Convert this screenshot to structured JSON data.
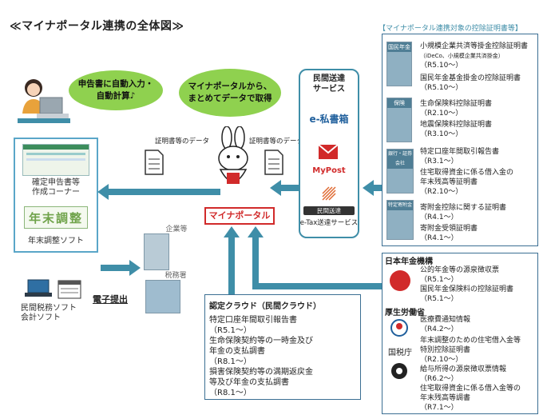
{
  "title": "≪マイナポータル連携の全体図≫",
  "bubble_left": "申告書に自動入力・\n自動計算♪",
  "bubble_center": "マイナポータルから、\nまとめてデータで取得",
  "left_column": {
    "item1": "確定申告書等\n作成コーナー",
    "item2": "年末調整ソフト",
    "item3": "民間税務ソフト\n会計ソフト",
    "nencho_logo": "年末調整"
  },
  "denshi_teishutsu": "電子提出",
  "buildings": {
    "company": "企業等",
    "tax_office": "税務署"
  },
  "doc_left_label": "証明書等のデータ",
  "doc_right_label": "証明書等のデータ",
  "mynaportal_button": "マイナポータル",
  "private_service": {
    "title": "民間送達\nサービス",
    "e_shishobako": "e-私書箱",
    "mypost": "MyPost",
    "etax_label": "民間送達",
    "etax_service": "e-Tax送達サービス"
  },
  "top_right": {
    "header": "【マイナポータル連携対象の控除証明書等】",
    "icon1": "国民年金",
    "icon2": "保険",
    "icon3": "銀行・証券会社",
    "icon4": "特定寄附金",
    "items": [
      {
        "text": "小規模企業共済等掛金控除証明書",
        "sub": "（iDeCo、小規模企業共済掛金）",
        "date": "（R5.10～）"
      },
      {
        "text": "国民年金基金掛金の控除証明書",
        "date": "（R5.10～）"
      },
      {
        "text": "生命保険料控除証明書",
        "date": "（R2.10～）"
      },
      {
        "text": "地震保険料控除証明書",
        "date": "（R3.10～）"
      },
      {
        "text": "特定口座年間取引報告書",
        "date": "（R3.1～）"
      },
      {
        "text": "住宅取得資金に係る借入金の\n年末残高等証明書",
        "date": "（R2.10～）"
      },
      {
        "text": "寄附金控除に関する証明書",
        "date": "（R4.1～）"
      },
      {
        "text": "寄附金受領証明書",
        "date": "（R4.1～）"
      }
    ]
  },
  "bottom_right": {
    "org1": "日本年金機構",
    "org1_items": [
      {
        "text": "公的年金等の源泉徴収票",
        "date": "（R5.1～）"
      },
      {
        "text": "国民年金保険料の控除証明書",
        "date": "（R5.1～）"
      }
    ],
    "org2": "厚生労働省",
    "org2_items": [
      {
        "text": "医療費通知情報",
        "date": "（R4.2～）"
      }
    ],
    "org3": "国税庁",
    "org3_items": [
      {
        "text": "年末調整のための住宅借入金等\n特別控除証明書",
        "date": "（R2.10～）"
      },
      {
        "text": "給与所得の源泉徴収票情報",
        "date": "（R6.2～）"
      },
      {
        "text": "住宅取得資金に係る借入金等の\n年末残高等調書",
        "date": "（R7.1～）"
      }
    ]
  },
  "bottom_center": {
    "header": "認定クラウド（民間クラウド）",
    "items": [
      {
        "text": "特定口座年間取引報告書",
        "date": "（R5.1～）"
      },
      {
        "text": "生命保険契約等の一時金及び\n年金の支払調書",
        "date": "（R8.1～）"
      },
      {
        "text": "損害保険契約等の満期返戻金\n等及び年金の支払調書",
        "date": "（R8.1～）"
      }
    ]
  }
}
